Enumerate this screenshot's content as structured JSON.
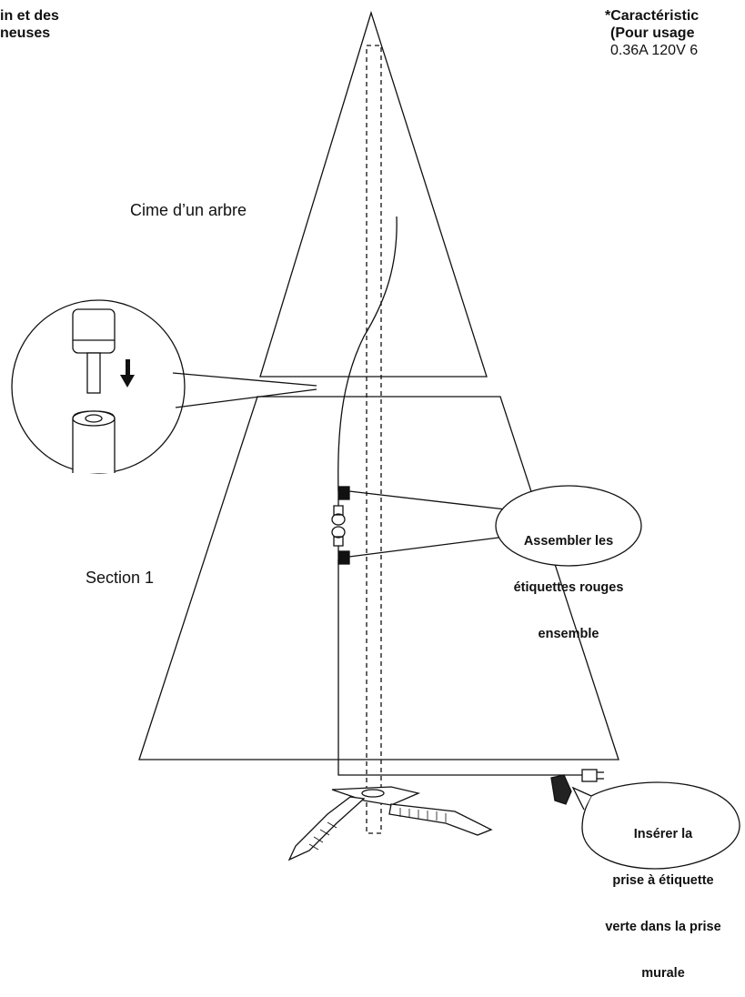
{
  "header_left": {
    "line1": "in et des",
    "line2": "neuses"
  },
  "header_right": {
    "line1": "*Caractéristic",
    "line2": "(Pour usage",
    "line3": "0.36A 120V 6"
  },
  "labels": {
    "tree_top": "Cime d’un arbre",
    "section": "Section 1"
  },
  "callouts": {
    "assemble": [
      "Assembler les",
      "étiquettes rouges",
      "ensemble"
    ],
    "insert": [
      "Insérer la",
      "prise à étiquette",
      "verte dans la prise",
      "murale"
    ]
  },
  "colors": {
    "line": "#111111",
    "background": "#ffffff"
  },
  "icons": {
    "arrow": "arrow-down-icon",
    "plug": "plug-icon"
  }
}
